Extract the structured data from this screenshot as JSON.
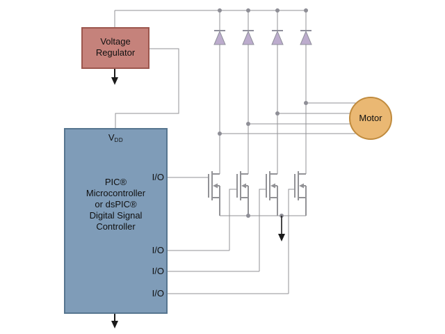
{
  "colors": {
    "background": "#ffffff",
    "wire": "#929296",
    "dot": "#8e8e96",
    "arrow": "#1a1a1a",
    "regulator_fill": "#c5827b",
    "regulator_border": "#9c564d",
    "micro_fill": "#7f9cb8",
    "micro_border": "#56758f",
    "motor_fill": "#eab873",
    "motor_border": "#c08b3e",
    "diode_fill": "#bcaccd",
    "diode_stroke": "#8f8f9b"
  },
  "voltage_regulator": {
    "lines": [
      "Voltage",
      "Regulator"
    ]
  },
  "microcontroller": {
    "vdd_main": "V",
    "vdd_sub": "DD",
    "title_lines": [
      "PIC®",
      "Microcontroller",
      "or dsPIC®",
      "Digital Signal",
      "Controller"
    ],
    "io_labels": [
      "I/O",
      "I/O",
      "I/O",
      "I/O"
    ]
  },
  "motor": {
    "label": "Motor"
  },
  "components": {
    "diode_count": 4,
    "mosfet_count": 4
  }
}
